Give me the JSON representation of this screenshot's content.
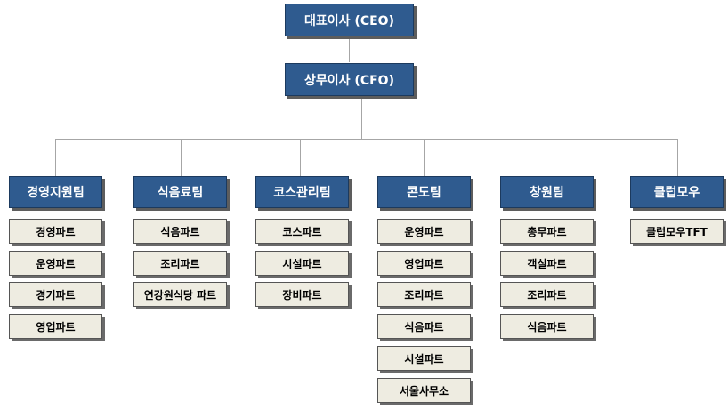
{
  "ceo": "대표이사 (CEO)",
  "cfo": "상무이사 (CFO)",
  "teams": [
    {
      "name": "경영지원팀",
      "parts": [
        "경영파트",
        "운영파트",
        "경기파트",
        "영업파트"
      ]
    },
    {
      "name": "식음료팀",
      "parts": [
        "식음파트",
        "조리파트",
        "연강원식당 파트"
      ]
    },
    {
      "name": "코스관리팀",
      "parts": [
        "코스파트",
        "시설파트",
        "장비파트"
      ]
    },
    {
      "name": "콘도팀",
      "parts": [
        "운영파트",
        "영업파트",
        "조리파트",
        "식음파트",
        "시설파트",
        "서울사무소"
      ]
    },
    {
      "name": "창원팀",
      "parts": [
        "총무파트",
        "객실파트",
        "조리파트",
        "식음파트"
      ]
    },
    {
      "name": "클럽모우",
      "parts": [
        "클럽모우TFT"
      ]
    }
  ],
  "colors": {
    "exec_fill": "#2f5b8f",
    "part_fill": "#eeece1",
    "connector": "#a6a6a6"
  }
}
